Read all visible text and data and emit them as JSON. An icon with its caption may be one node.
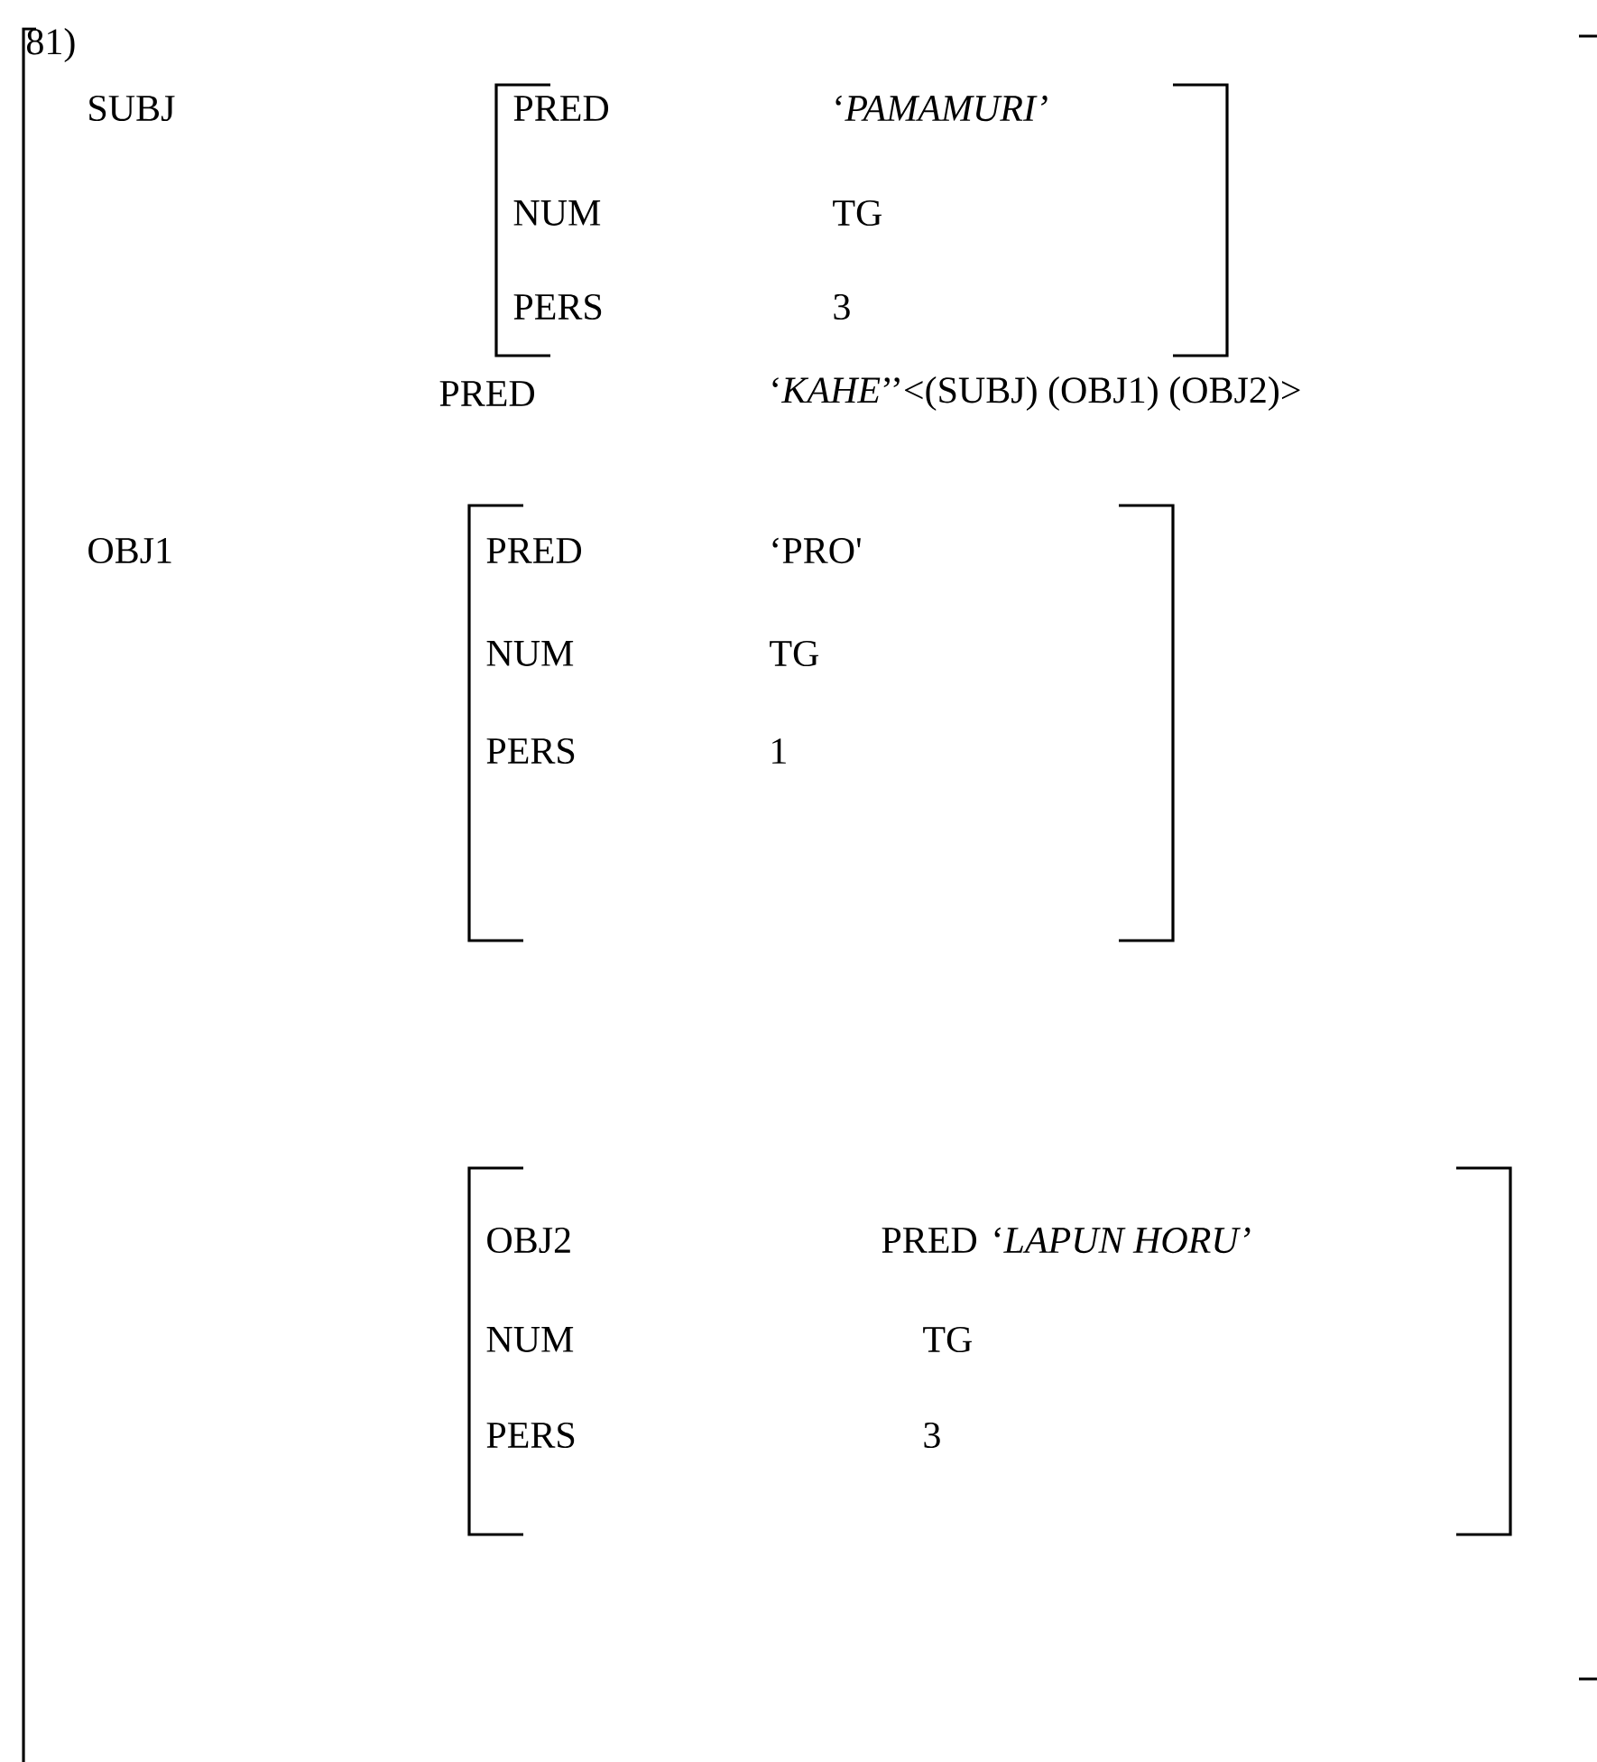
{
  "diagram": {
    "nodes": [
      {
        "text": [
          "SUBJ",
          "PRED",
          "‘*KAHE*’’<(SUBJ) (OBJ1) (OBJ2)>",
          "OBJ1"
        ]
      },
      {
        "text": [
          "PRED",
          "‘*PAMAMURI’*",
          "NUM",
          "TG",
          "PERS",
          "3"
        ],
        "in": 0
      },
      {
        "text": [
          "PRED",
          "‘PRO'",
          "NUM",
          "TG",
          "PERS",
          "1"
        ],
        "in": 0
      },
      {
        "text": [
          "OBJ2",
          "PRED",
          "‘*LAPUN HORU’*",
          "NUM",
          "TG",
          "PERS",
          "3"
        ],
        "in": 0
      }
    ],
    "labels": [
      "81)"
    ]
  }
}
